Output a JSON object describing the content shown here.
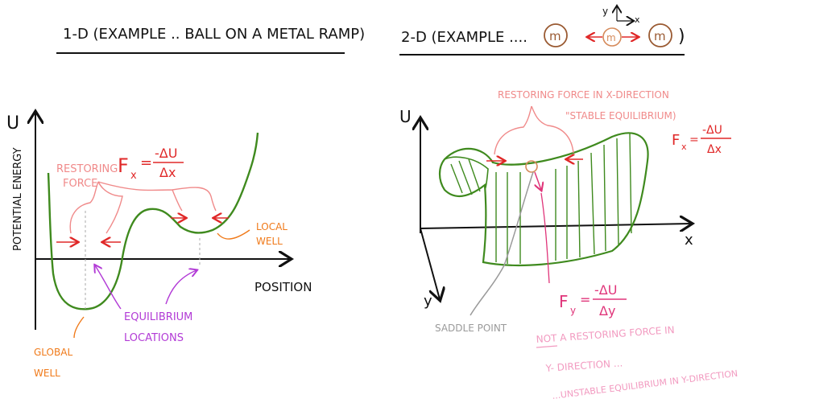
{
  "left": {
    "title": "1-D (EXAMPLE .. BALL ON A METAL RAMP)",
    "y_axis_symbol": "U",
    "y_axis_label": "POTENTIAL ENERGY",
    "x_axis_label": "POSITION",
    "restoring_force_label": [
      "RESTORING",
      "FORCE"
    ],
    "equation": {
      "lhs": "F",
      "sub": "x",
      "equals": "=",
      "numerator": "-ΔU",
      "denominator": "Δx"
    },
    "local_well_label": [
      "LOCAL",
      "WELL"
    ],
    "global_well_label": [
      "GLOBAL",
      "WELL"
    ],
    "equilibrium_label": [
      "EQUILIBRIUM",
      "LOCATIONS"
    ]
  },
  "right": {
    "title_prefix": "2-D (EXAMPLE ....",
    "title_suffix": ")",
    "mass_symbol": "m",
    "axis_mini": {
      "y": "y",
      "x": "x"
    },
    "u_label": "U",
    "x_label": "x",
    "y_label": "y",
    "restoring_x_label": [
      "RESTORING FORCE IN X-DIRECTION",
      "\"STABLE EQUILIBRIUM)"
    ],
    "eq_x": {
      "lhs": "F",
      "sub": "x",
      "equals": "=",
      "numerator": "-ΔU",
      "denominator": "Δx"
    },
    "eq_y": {
      "lhs": "F",
      "sub": "y",
      "equals": "=",
      "numerator": "-ΔU",
      "denominator": "Δy"
    },
    "saddle_label": "SADDLE POINT",
    "not_restoring": [
      "NOT A RESTORING FORCE IN",
      "Y- DIRECTION ...",
      "...UNSTABLE EQUILIBRIUM IN Y-DIRECTION"
    ]
  },
  "colors": {
    "ink": "#111111",
    "green": "#3f8a1e",
    "pink": "#f08a8a",
    "red": "#e02828",
    "orange": "#f07a1a",
    "purple": "#b23bd6",
    "gray": "#9a9a9a",
    "magenta": "#e0357a",
    "lightpink": "#f29ac0",
    "brown": "#9a5a32",
    "lightbrown": "#d58a5a"
  }
}
